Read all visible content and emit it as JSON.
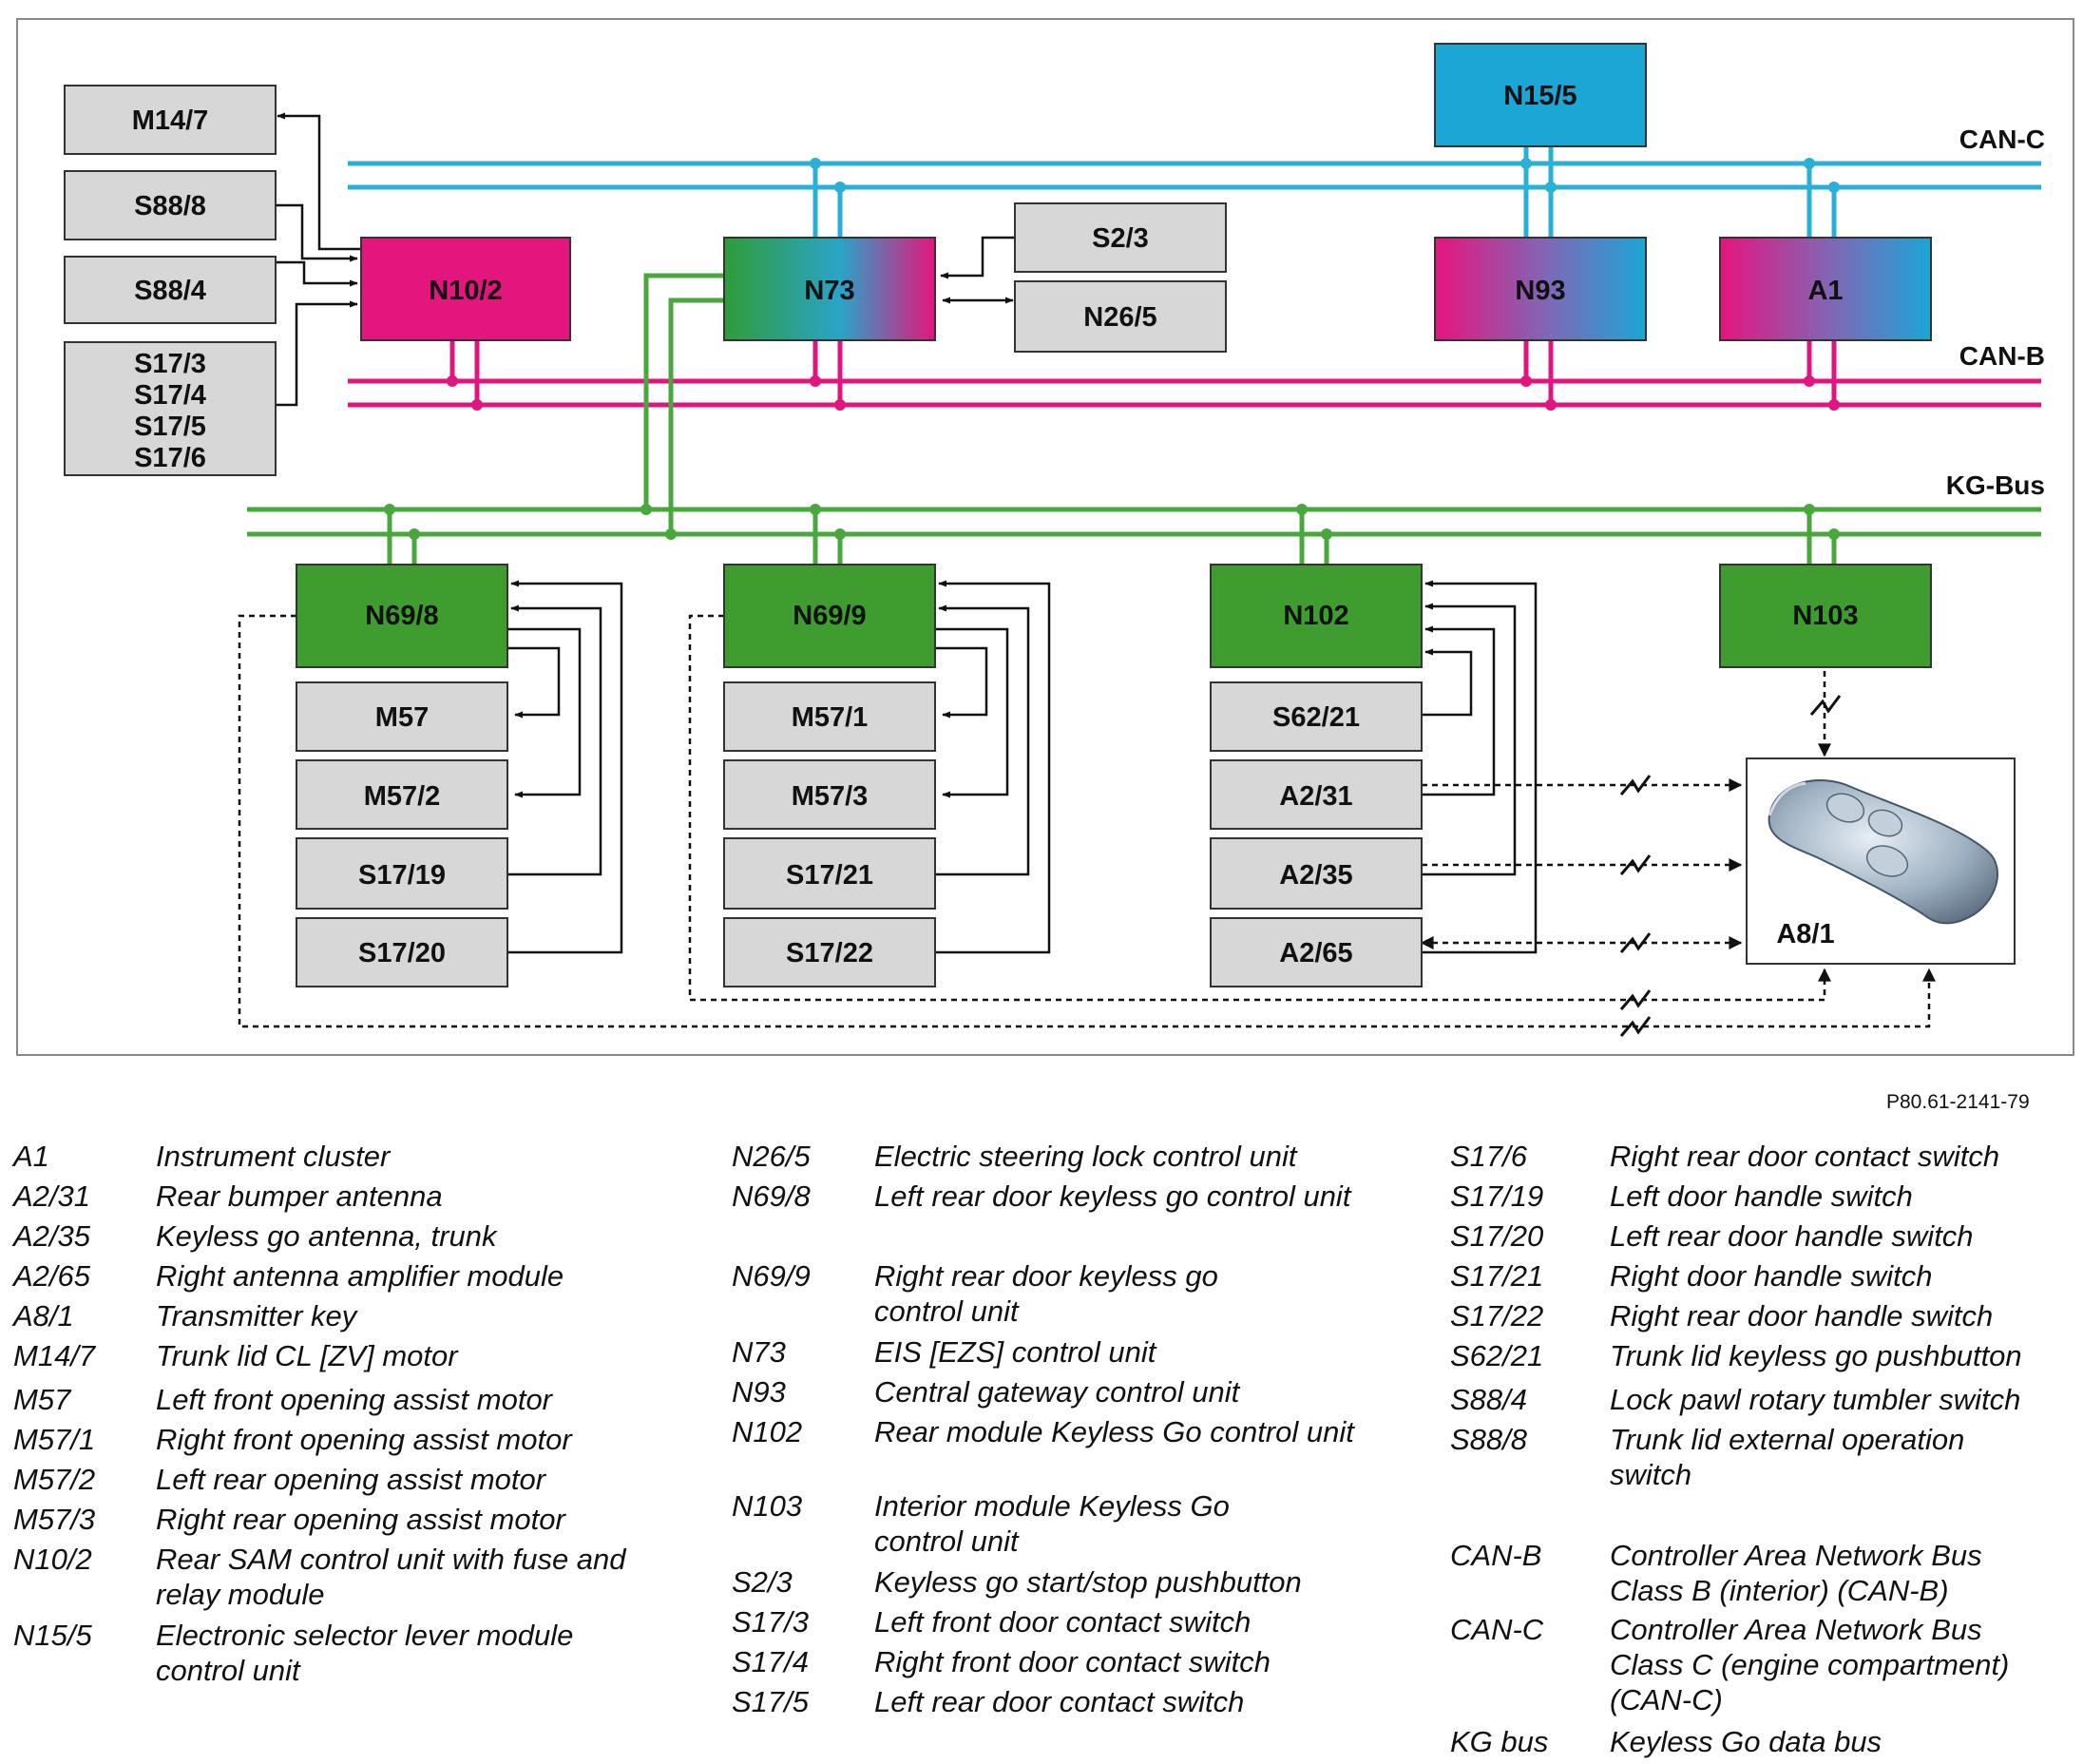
{
  "diagram": {
    "buses": {
      "can_c": "CAN-C",
      "can_b": "CAN-B",
      "kg_bus": "KG-Bus"
    },
    "modules": {
      "m14_7": "M14/7",
      "s88_8": "S88/8",
      "s88_4": "S88/4",
      "s17_group": [
        "S17/3",
        "S17/4",
        "S17/5",
        "S17/6"
      ],
      "n10_2": "N10/2",
      "n73": "N73",
      "s2_3": "S2/3",
      "n26_5": "N26/5",
      "n15_5": "N15/5",
      "n93": "N93",
      "a1": "A1",
      "n69_8": "N69/8",
      "m57": "M57",
      "m57_2": "M57/2",
      "s17_19": "S17/19",
      "s17_20": "S17/20",
      "n69_9": "N69/9",
      "m57_1": "M57/1",
      "m57_3": "M57/3",
      "s17_21": "S17/21",
      "s17_22": "S17/22",
      "n102": "N102",
      "s62_21": "S62/21",
      "a2_31": "A2/31",
      "a2_35": "A2/35",
      "a2_65": "A2/65",
      "n103": "N103",
      "a8_1": "A8/1"
    },
    "colors": {
      "can_c": "#2ab0d6",
      "can_b": "#e0157e",
      "kg_bus": "#49a83c",
      "module_gray": "#d7d7d7",
      "module_green": "#3e9d2e",
      "module_magenta": "#e5157e",
      "module_blue": "#1ba6d6"
    }
  },
  "figure_id": "P80.61-2141-79",
  "legend": {
    "col1": [
      {
        "code": "A1",
        "desc": "Instrument cluster"
      },
      {
        "code": "A2/31",
        "desc": "Rear bumper antenna"
      },
      {
        "code": "A2/35",
        "desc": "Keyless go antenna, trunk"
      },
      {
        "code": "A2/65",
        "desc": "Right antenna amplifier module"
      },
      {
        "code": "A8/1",
        "desc": "Transmitter key"
      },
      {
        "code": "M14/7",
        "desc": "Trunk lid CL [ZV] motor"
      },
      {
        "code": "M57",
        "desc": "Left front opening assist motor"
      },
      {
        "code": "M57/1",
        "desc": "Right front opening assist motor"
      },
      {
        "code": "M57/2",
        "desc": "Left rear opening assist motor"
      },
      {
        "code": "M57/3",
        "desc": "Right rear opening assist motor"
      },
      {
        "code": "N10/2",
        "desc": "Rear SAM control unit with fuse and relay module"
      },
      {
        "code": "N15/5",
        "desc": "Electronic selector lever module control unit"
      }
    ],
    "col2": [
      {
        "code": "N26/5",
        "desc": "Electric steering lock control unit"
      },
      {
        "code": "N69/8",
        "desc": "Left rear door keyless go control unit"
      },
      {
        "code": "N69/9",
        "desc": "Right rear door keyless go control unit"
      },
      {
        "code": "N73",
        "desc": "EIS [EZS] control unit"
      },
      {
        "code": "N93",
        "desc": "Central gateway control unit"
      },
      {
        "code": "N102",
        "desc": "Rear module Keyless Go control unit"
      },
      {
        "code": "N103",
        "desc": "Interior module Keyless Go control unit"
      },
      {
        "code": "S2/3",
        "desc": "Keyless go start/stop pushbutton"
      },
      {
        "code": "S17/3",
        "desc": "Left front door contact switch"
      },
      {
        "code": "S17/4",
        "desc": "Right front door contact switch"
      },
      {
        "code": "S17/5",
        "desc": "Left rear door contact switch"
      }
    ],
    "col3": [
      {
        "code": "S17/6",
        "desc": "Right rear door contact switch"
      },
      {
        "code": "S17/19",
        "desc": "Left door handle switch"
      },
      {
        "code": "S17/20",
        "desc": "Left rear door handle switch"
      },
      {
        "code": "S17/21",
        "desc": "Right door handle switch"
      },
      {
        "code": "S17/22",
        "desc": "Right rear door handle switch"
      },
      {
        "code": "S62/21",
        "desc": "Trunk lid keyless go pushbutton"
      },
      {
        "code": "S88/4",
        "desc": "Lock pawl rotary tumbler switch"
      },
      {
        "code": "S88/8",
        "desc": "Trunk lid external operation switch"
      },
      {
        "code": "CAN-B",
        "desc": "Controller Area Network Bus Class B (interior) (CAN-B)"
      },
      {
        "code": "CAN-C",
        "desc": "Controller Area Network Bus Class C (engine compartment) (CAN-C)"
      },
      {
        "code": "KG bus",
        "desc": "Keyless Go data bus"
      }
    ]
  }
}
